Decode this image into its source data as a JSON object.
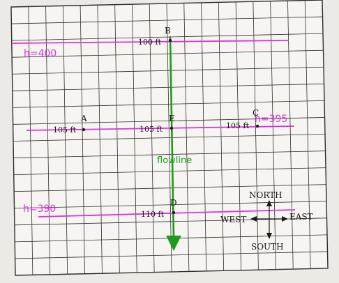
{
  "colors": {
    "paper": "#f6f5f1",
    "grid": "#2f2f2f",
    "contour": "#e02ee0",
    "flowline": "#1f9a1f",
    "ink": "#1a1a1a"
  },
  "contours": [
    {
      "label": "h=400"
    },
    {
      "label": "h=395"
    },
    {
      "label": "h=390"
    }
  ],
  "points": [
    {
      "name": "B",
      "depth": "100 ft"
    },
    {
      "name": "A",
      "depth": "105 ft"
    },
    {
      "name": "E",
      "depth": "105 ft"
    },
    {
      "name": "C",
      "depth": "105 ft"
    },
    {
      "name": "D",
      "depth": "110 ft"
    }
  ],
  "flowline": {
    "label": "flowline"
  },
  "compass": {
    "north": "NORTH",
    "south": "SOUTH",
    "east": "EAST",
    "west": "WEST"
  }
}
